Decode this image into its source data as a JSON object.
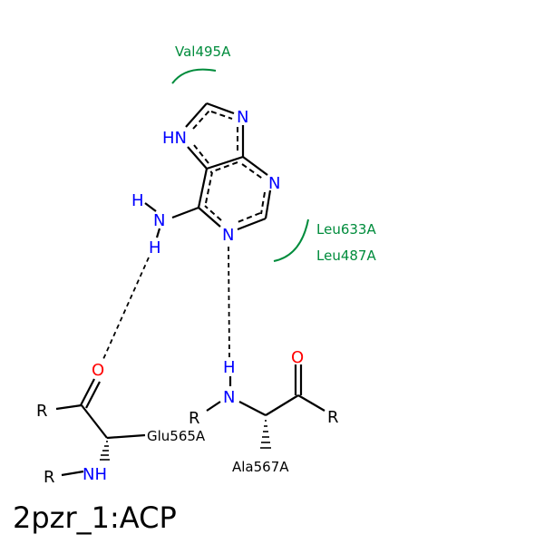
{
  "title": "2pzr_1:ACP",
  "ligand_atoms": {
    "hn9": "HN",
    "n7": "N",
    "n3": "N",
    "n1": "N",
    "n_amine": "N",
    "h1": "H",
    "h2": "H"
  },
  "residue_glu": {
    "o": "O",
    "r1": "R",
    "nh": "NH",
    "r2": "R",
    "label": "Glu565A"
  },
  "residue_ala": {
    "h": "H",
    "n": "N",
    "r1": "R",
    "o": "O",
    "r2": "R",
    "label": "Ala567A"
  },
  "hydrophobic": [
    "Val495A",
    "Leu633A",
    "Leu487A"
  ],
  "colors": {
    "nitrogen": "#0000ff",
    "oxygen": "#ff0000",
    "hydrophobic": "#008c3c"
  }
}
